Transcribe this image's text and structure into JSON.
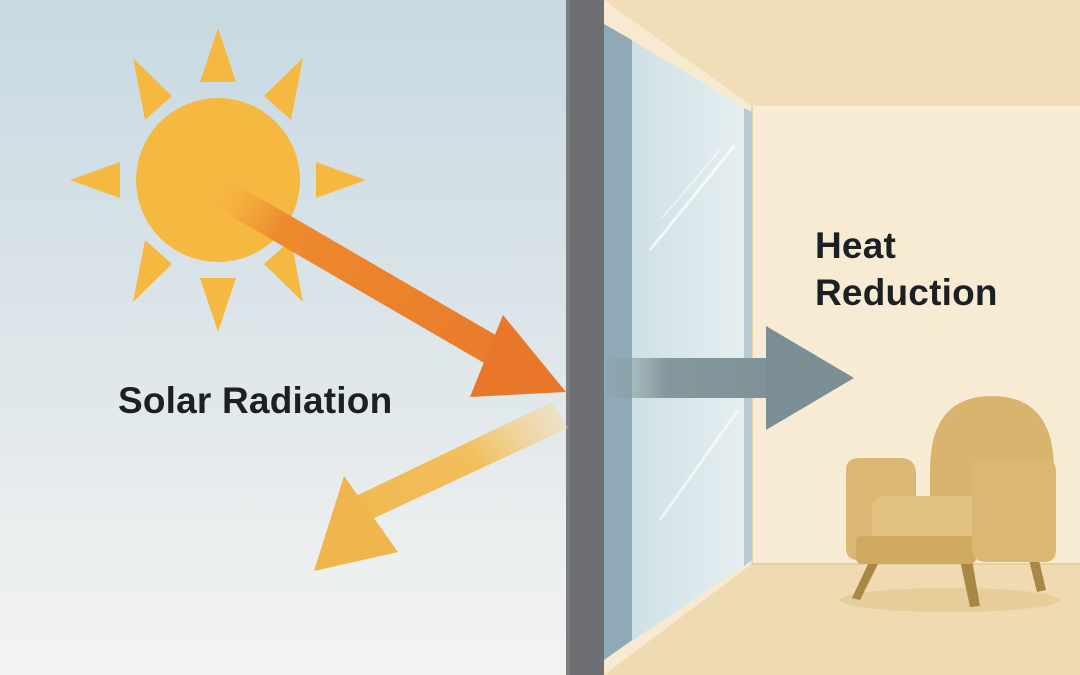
{
  "labels": {
    "solar_radiation": "Solar Radiation",
    "heat_reduction_line1": "Heat",
    "heat_reduction_line2": "Reduction"
  },
  "icons": {
    "sun": "sun-icon",
    "armchair": "armchair-icon",
    "incoming_arrow": "arrow-right-down-icon",
    "reflected_arrow": "arrow-left-down-icon",
    "transmitted_arrow": "arrow-right-icon"
  },
  "colors": {
    "sky_top": "#c9dbe3",
    "sky_bottom": "#f2f3f1",
    "wall_frame": "#6e7073",
    "room_wall": "#f6e8cd",
    "room_floor": "#efdcb5",
    "sun": "#f5b941",
    "incoming_arrow": "#ea7d2a",
    "reflected_arrow": "#f1b852",
    "transmitted_arrow": "#7d9196",
    "armchair": "#dcb774"
  }
}
